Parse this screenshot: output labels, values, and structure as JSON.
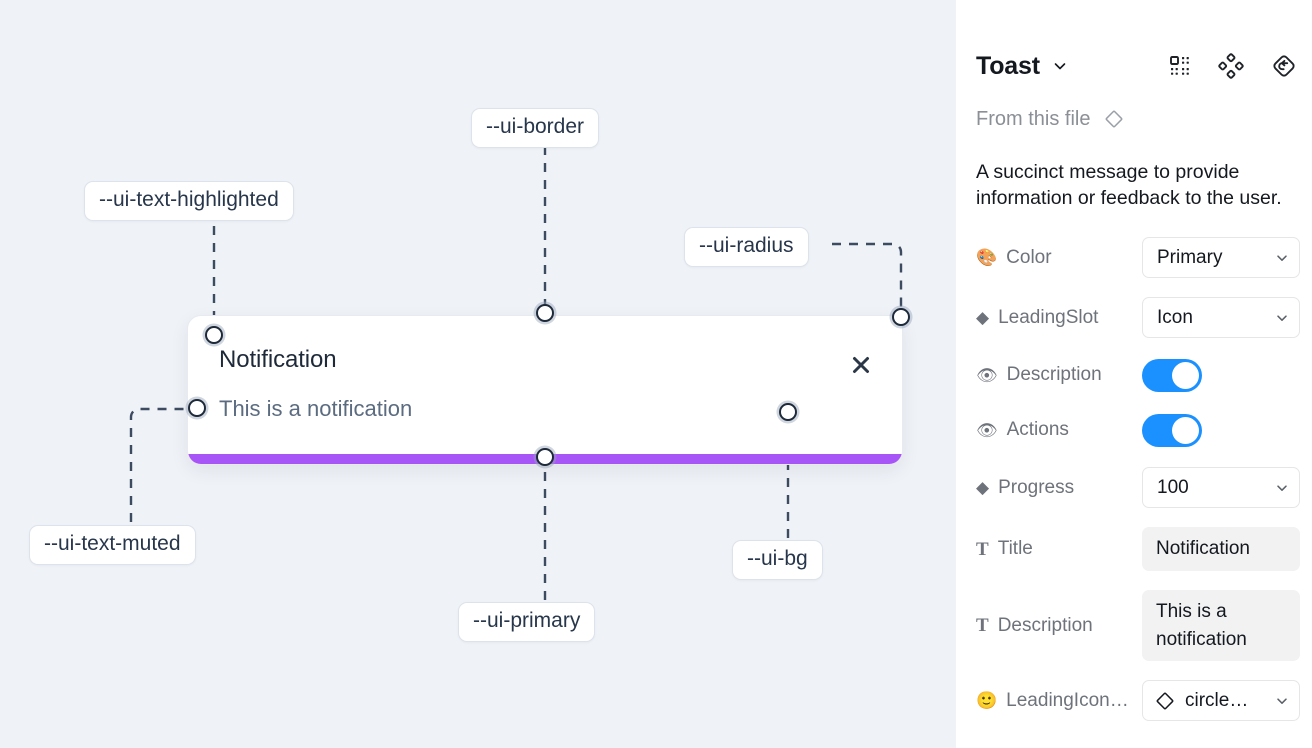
{
  "canvas": {
    "background_color": "#eff2f7",
    "toast": {
      "title": "Notification",
      "description": "This is a notification",
      "close_icon": "close-x-icon",
      "progress_color": "#a855f7",
      "background_color": "#ffffff",
      "border_color": "#e7eaf0"
    },
    "callouts": [
      {
        "id": "ui-border",
        "label": "--ui-border"
      },
      {
        "id": "ui-text-highlighted",
        "label": "--ui-text-highlighted"
      },
      {
        "id": "ui-radius",
        "label": "--ui-radius"
      },
      {
        "id": "ui-text-muted",
        "label": "--ui-text-muted"
      },
      {
        "id": "ui-primary",
        "label": "--ui-primary"
      },
      {
        "id": "ui-bg",
        "label": "--ui-bg"
      }
    ]
  },
  "panel": {
    "title": "Toast",
    "title_chevron_icon": "chevron-down-icon",
    "header_icons": [
      {
        "name": "components-grid-icon"
      },
      {
        "name": "variants-diamond-icon"
      },
      {
        "name": "reset-instance-icon"
      }
    ],
    "from_this_file": {
      "label": "From this file",
      "icon": "diamond-outline-icon"
    },
    "description": "A succinct message to provide information or feedback to the user.",
    "properties": [
      {
        "emoji": "🎨",
        "icon": "palette-icon",
        "label": "Color",
        "type": "select",
        "value": "Primary"
      },
      {
        "emoji": "◆",
        "icon": "diamond-solid-icon",
        "label": "LeadingSlot",
        "type": "select",
        "value": "Icon"
      },
      {
        "emoji": "👁",
        "icon": "eye-icon",
        "label": "Description",
        "type": "toggle",
        "value": "on"
      },
      {
        "emoji": "👁",
        "icon": "eye-icon",
        "label": "Actions",
        "type": "toggle",
        "value": "on"
      },
      {
        "emoji": "◆",
        "icon": "diamond-solid-icon",
        "label": "Progress",
        "type": "select",
        "value": "100"
      },
      {
        "emoji": "T",
        "icon": "text-icon",
        "label": "Title",
        "type": "text",
        "value": "Notification"
      },
      {
        "emoji": "T",
        "icon": "text-icon",
        "label": "Description",
        "type": "text",
        "value": "This is a notification"
      },
      {
        "emoji": "🙂",
        "icon": "smiley-icon",
        "label": "LeadingIcon…",
        "type": "icon-select",
        "value": "circle…"
      }
    ],
    "toggle_on_color": "#1a91ff"
  }
}
